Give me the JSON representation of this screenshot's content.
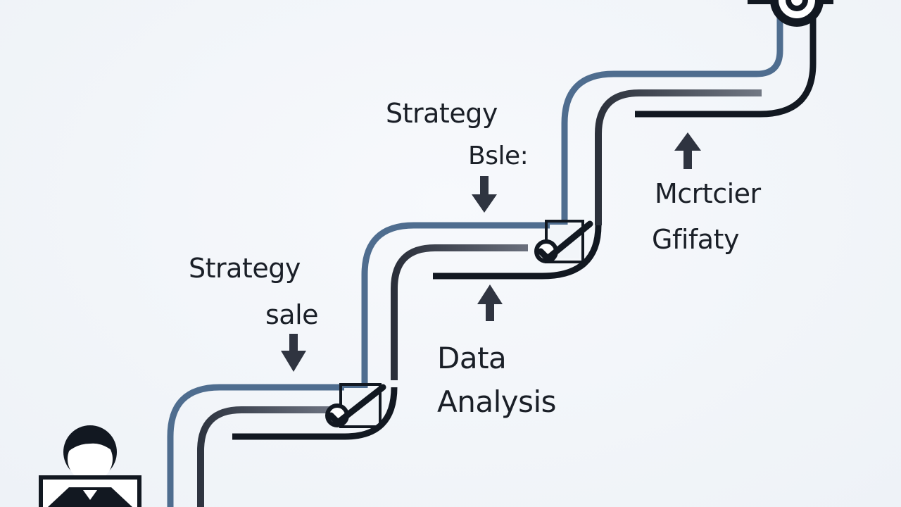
{
  "diagram": {
    "labels": {
      "strategy_top": "Strategy",
      "sale_top": "Bsle:",
      "monitor": "Mcrtcier",
      "gifaty": "Gfifaty",
      "strategy_mid": "Strategy",
      "sale_mid": "sale",
      "data": "Data",
      "analysis": "Analysis"
    },
    "icons": [
      "checkmark-icon",
      "checkmark-icon",
      "target-icon",
      "person-icon",
      "arrow-down-icon",
      "arrow-up-icon"
    ],
    "colors": {
      "path_blue": "#4f6d8f",
      "path_dark": "#121821",
      "path_mid": "#3a3f4a",
      "text": "#1a1f27",
      "background": "#f2f5f9"
    }
  }
}
